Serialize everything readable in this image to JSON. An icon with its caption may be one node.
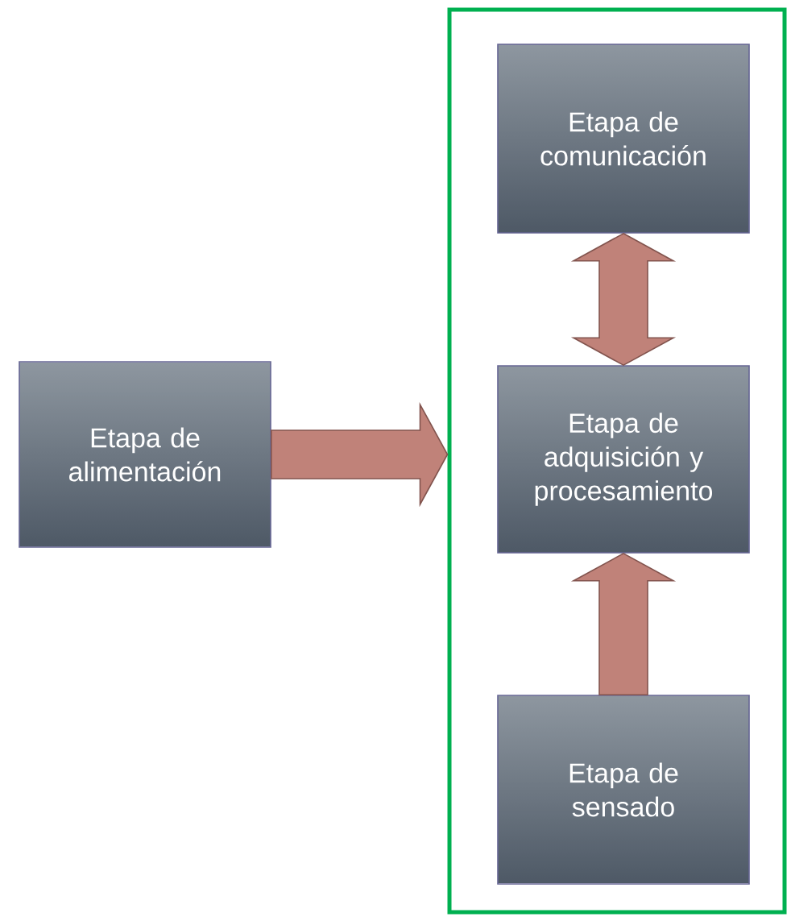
{
  "diagram": {
    "nodes": [
      {
        "text": [
          "Etapa de alimentación"
        ]
      },
      {
        "text": [],
        "shape": "box"
      },
      {
        "text": [
          "Etapa de comunicación"
        ],
        "in": 1
      },
      {
        "text": [
          "Etapa de adquisición y procesamiento"
        ],
        "in": 1
      },
      {
        "text": [
          "Etapa de sensado"
        ],
        "in": 1
      }
    ],
    "edges": [
      {
        "from": 0,
        "to": 1,
        "arrow": "to"
      },
      {
        "from": 2,
        "to": 3,
        "arrow": "both"
      },
      {
        "from": 4,
        "to": 3,
        "arrow": "to"
      }
    ]
  }
}
